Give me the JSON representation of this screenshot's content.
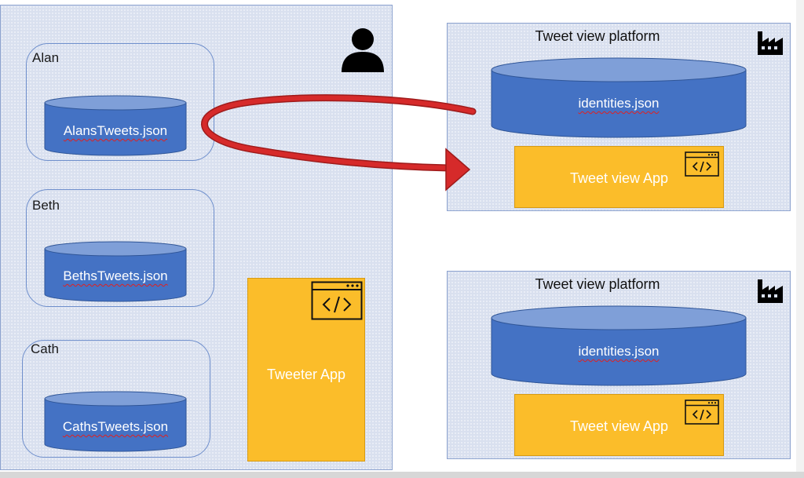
{
  "left_panel": {
    "users": [
      {
        "name": "Alan",
        "file": "AlansTweets.json"
      },
      {
        "name": "Beth",
        "file": "BethsTweets.json"
      },
      {
        "name": "Cath",
        "file": "CathsTweets.json"
      }
    ],
    "app_label": "Tweeter App",
    "person_icon": "person-icon",
    "code_icon": "code-window-icon"
  },
  "platforms": [
    {
      "title": "Tweet view platform",
      "db_label": "identities.json",
      "app_label": "Tweet view App",
      "icon": "factory-icon"
    },
    {
      "title": "Tweet view platform",
      "db_label": "identities.json",
      "app_label": "Tweet view App",
      "icon": "factory-icon"
    }
  ],
  "colors": {
    "panel": "#d9e0ef",
    "cylinder": "#4472c4",
    "app": "#fbbd2a",
    "arrow": "#d62a2a"
  }
}
